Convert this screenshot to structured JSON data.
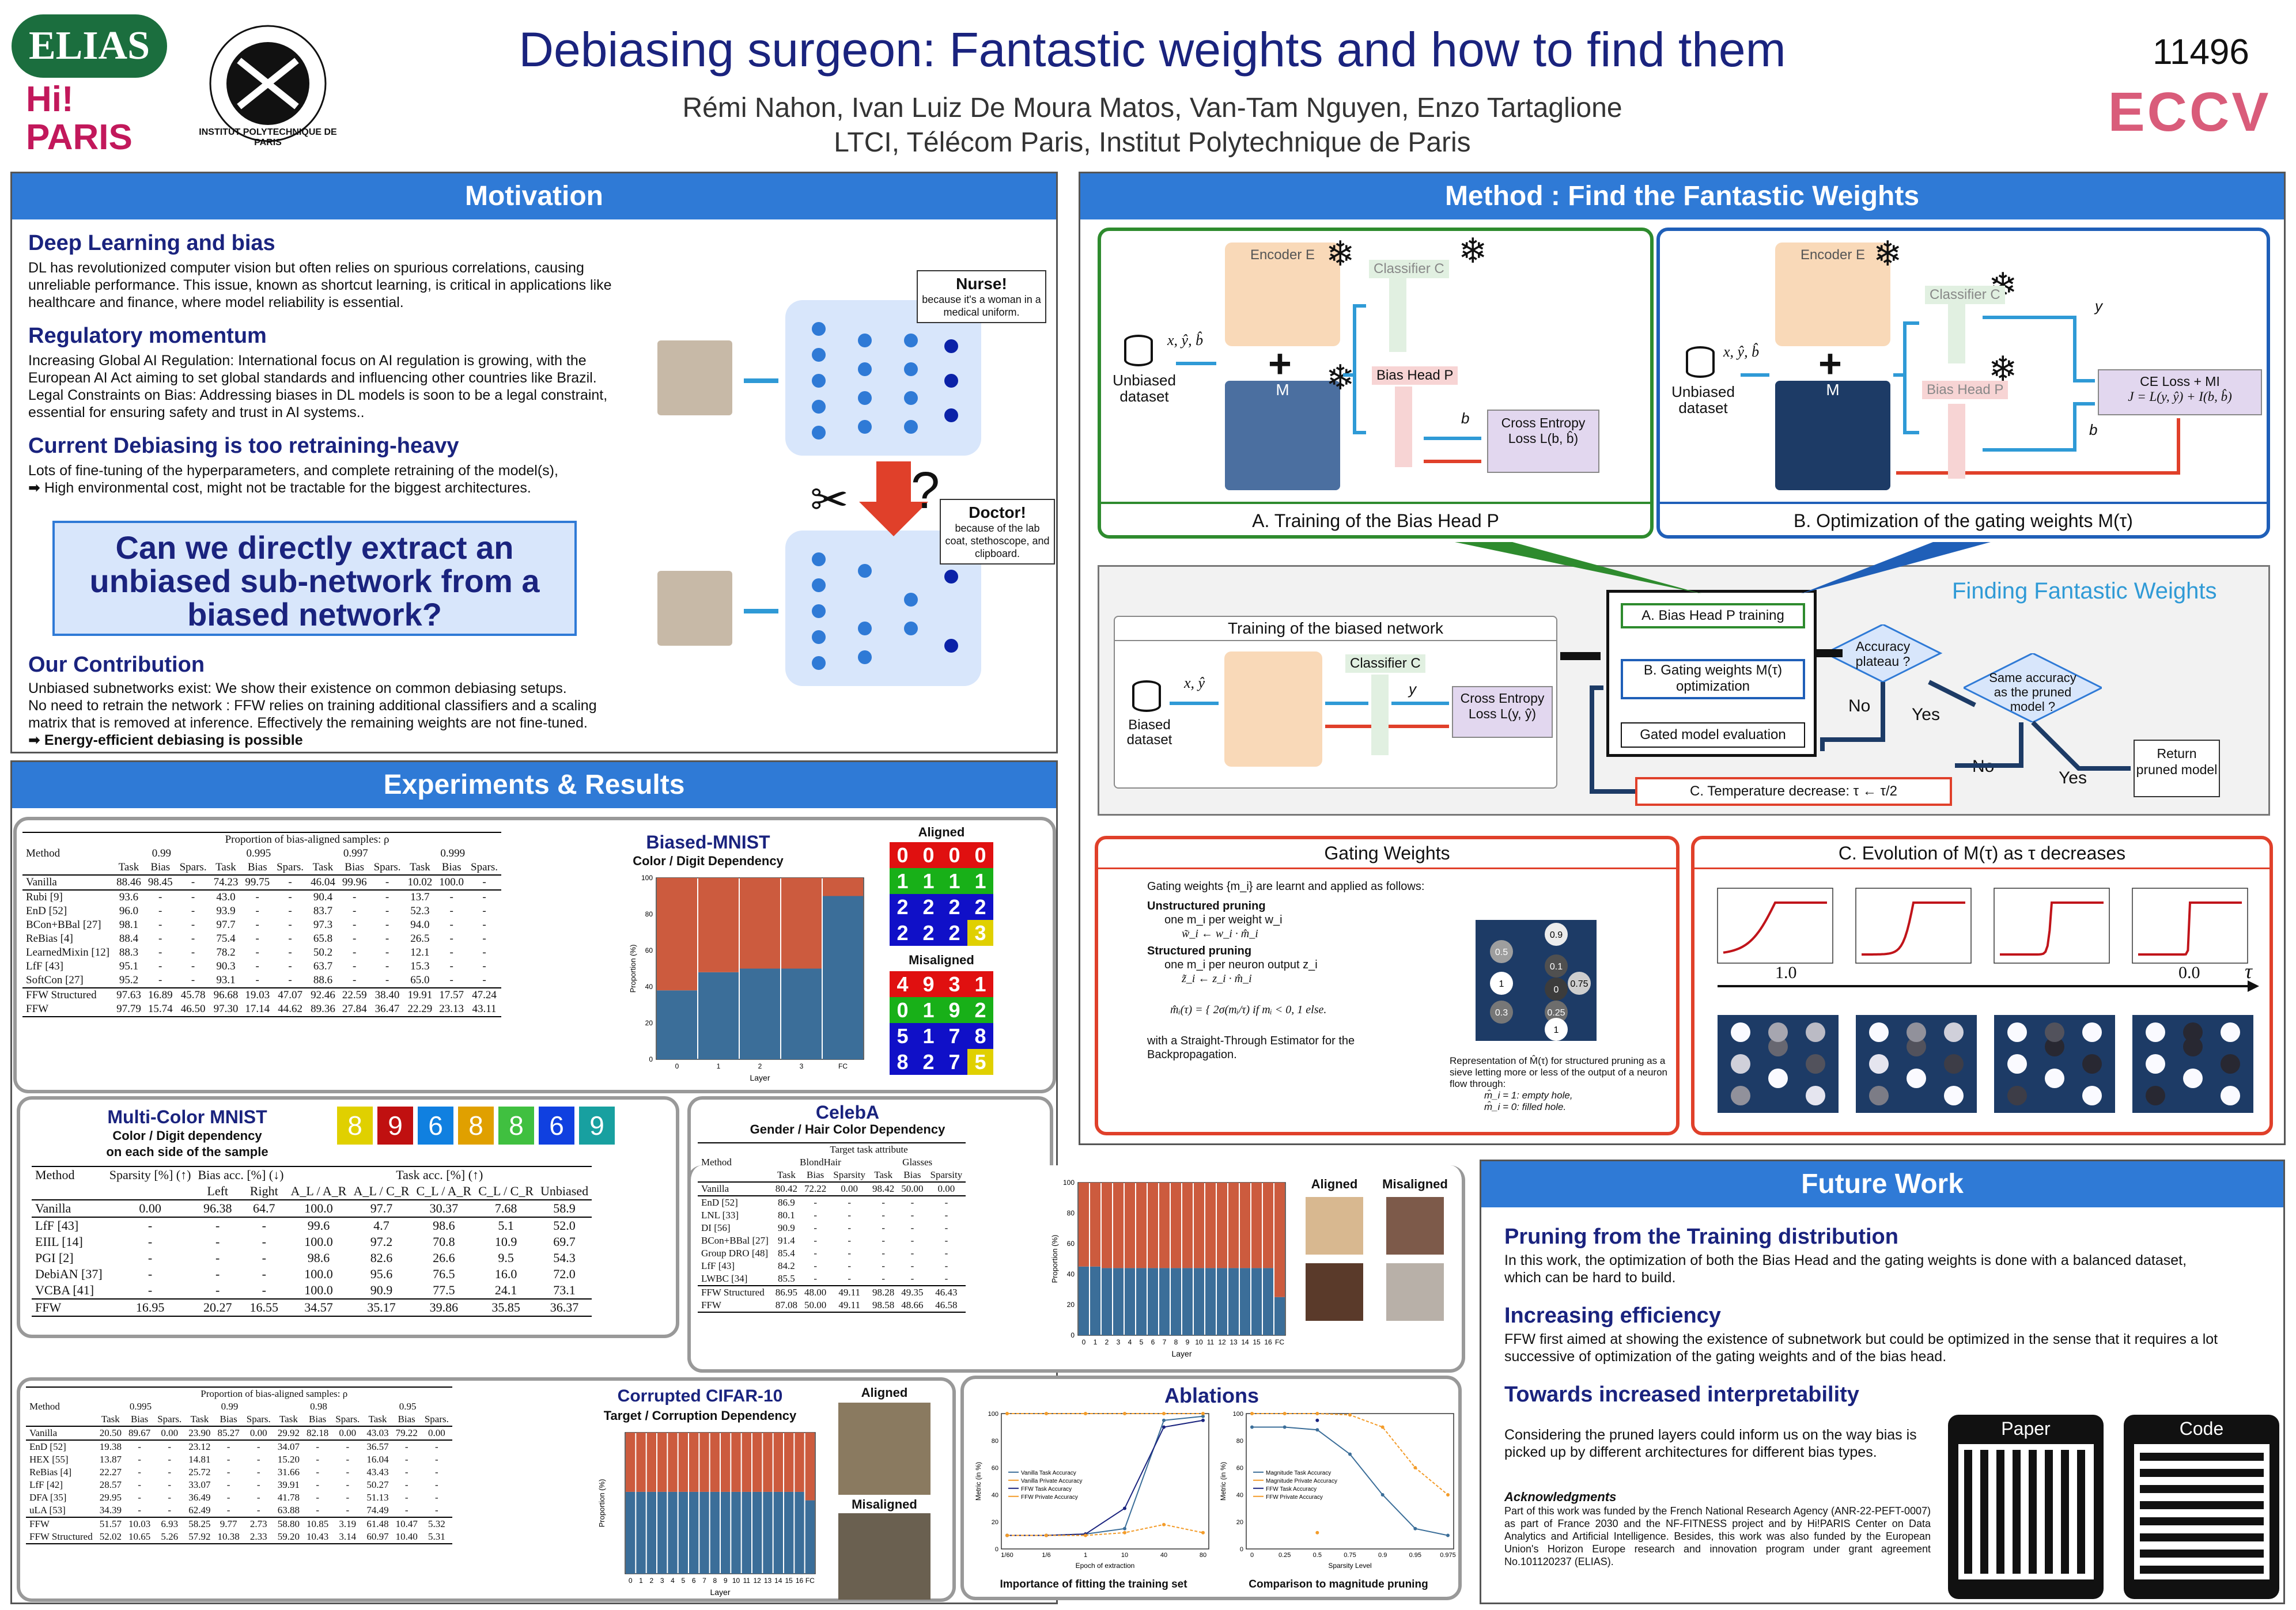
{
  "header": {
    "title": "Debiasing surgeon: Fantastic weights and how to find them",
    "authors": "Rémi Nahon, Ivan Luiz De Moura Matos, Van-Tam Nguyen, Enzo Tartaglione",
    "affiliation": "LTCI, Télécom Paris, Institut Polytechnique de Paris",
    "paper_id": "11496",
    "logo_elias": "ELIAS",
    "logo_hipari": "Hi! PARIS",
    "logo_ip": "INSTITUT POLYTECHNIQUE DE PARIS",
    "logo_eccv": "ECCV"
  },
  "motivation": {
    "title": "Motivation",
    "s1_title": "Deep Learning and bias",
    "s1_text": "DL has revolutionized computer vision but often relies on spurious correlations, causing unreliable performance. This issue, known as shortcut learning, is critical in applications like healthcare and finance, where model reliability is essential.",
    "s2_title": "Regulatory momentum",
    "s2_text1": "Increasing Global AI Regulation: International focus on AI regulation is growing, with the European AI Act aiming to set global standards and influencing other countries like Brazil.",
    "s2_text2": "Legal Constraints on Bias: Addressing biases in DL models is soon to be a legal constraint, essential for ensuring safety and trust in AI systems..",
    "s3_title": "Current Debiasing is too retraining-heavy",
    "s3_text": "Lots of fine-tuning of the hyperparameters, and complete retraining of the model(s),",
    "s3_arrow": "High environmental cost, might not be tractable for the biggest architectures.",
    "question": "Can we directly extract an unbiased sub-network from a biased network?",
    "s4_title": "Our Contribution",
    "s4_text1": "Unbiased subnetworks exist: We show their existence on common debiasing setups.",
    "s4_text2": "No need to retrain the network : FFW relies on training additional classifiers and a scaling matrix that is removed at inference. Effectively the remaining weights are not fine-tuned.",
    "s4_arrow": "Energy-efficient debiasing is possible",
    "nurse_title": "Nurse!",
    "nurse_text": "because it's a woman in a medical uniform.",
    "doctor_title": "Doctor!",
    "doctor_text": "because of the lab coat, stethoscope, and clipboard.",
    "question_mark": "?"
  },
  "method": {
    "title": "Method : Find the Fantastic Weights",
    "a_caption": "A. Training of the Bias Head P",
    "b_caption": "B. Optimization of the gating weights M(τ)",
    "encoder": "Encoder E",
    "classifier": "Classifier C",
    "bias_head": "Bias Head P",
    "dataset_unbiased": "Unbiased dataset",
    "dataset_biased": "Biased dataset",
    "inputs": "x, ŷ, b̂",
    "inputs2": "x, ŷ",
    "ce_loss_b": "Cross Entropy Loss L(b, b̂)",
    "ce_loss_y": "Cross Entropy Loss L(y, ŷ)",
    "ce_mi": "CE Loss + MI",
    "j_formula": "J = L(y, ŷ) + I(b, b̂)",
    "b_label": "b",
    "y_label": "y",
    "m_label": "M",
    "finding": "Finding Fantastic Weights",
    "train_biased": "Training of the biased network",
    "step_a": "A. Bias Head P training",
    "step_b": "B. Gating weights M(τ) optimization",
    "step_eval": "Gated model evaluation",
    "step_c": "C. Temperature decrease: τ ← τ/2",
    "plateau": "Accuracy plateau ?",
    "same_acc": "Same accuracy as the pruned model ?",
    "return": "Return pruned model",
    "yes1": "Yes",
    "no1": "No",
    "yes2": "Yes",
    "no2": "No",
    "gating_title": "Gating Weights",
    "gating_intro": "Gating weights {m_i} are learnt and applied as follows:",
    "unstructured": "Unstructured pruning",
    "unstructured_d": "one m_i per weight w_i",
    "unstructured_f": "w̃_i ← w_i · m̂_i",
    "structured": "Structured pruning",
    "structured_d": "one m_i per neuron output z_i",
    "structured_f": "z̃_i ← z_i · m̂_i",
    "ste": "with a Straight-Through Estimator for the Backpropagation.",
    "sieve_caption": "Representation of M̂(τ) for structured pruning as a sieve letting more or less of the output of a neuron flow through:",
    "sieve_1": "m̂_i = 1: empty hole,",
    "sieve_0": "m̂_i = 0: filled hole.",
    "sieve_values": [
      "0.9",
      "0.5",
      "0.1",
      "1",
      "0",
      "0.75",
      "0.3",
      "0.25",
      "1"
    ],
    "evolution_title": "C. Evolution of M(τ) as τ decreases",
    "tau_start": "1.0",
    "tau_end": "0.0",
    "tau": "τ"
  },
  "experiments": {
    "title": "Experiments & Results",
    "bmnist_title": "Biased-MNIST",
    "bmnist_sub": "Color / Digit Dependency",
    "aligned": "Aligned",
    "misaligned": "Misaligned",
    "proportion_header": "Proportion of bias-aligned samples: ρ",
    "method": "Method",
    "bmnist_rhos": [
      "0.99",
      "0.995",
      "0.997",
      "0.999"
    ],
    "cols3": [
      "Task",
      "Bias",
      "Spars."
    ],
    "bmnist_rows": [
      [
        "Vanilla",
        "88.46",
        "98.45",
        "-",
        "74.23",
        "99.75",
        "-",
        "46.04",
        "99.96",
        "-",
        "10.02",
        "100.0",
        "-"
      ],
      [
        "Rubi [9]",
        "93.6",
        "-",
        "-",
        "43.0",
        "-",
        "-",
        "90.4",
        "-",
        "-",
        "13.7",
        "-",
        "-"
      ],
      [
        "EnD [52]",
        "96.0",
        "-",
        "-",
        "93.9",
        "-",
        "-",
        "83.7",
        "-",
        "-",
        "52.3",
        "-",
        "-"
      ],
      [
        "BCon+BBal [27]",
        "98.1",
        "-",
        "-",
        "97.7",
        "-",
        "-",
        "97.3",
        "-",
        "-",
        "94.0",
        "-",
        "-"
      ],
      [
        "ReBias [4]",
        "88.4",
        "-",
        "-",
        "75.4",
        "-",
        "-",
        "65.8",
        "-",
        "-",
        "26.5",
        "-",
        "-"
      ],
      [
        "LearnedMixin [12]",
        "88.3",
        "-",
        "-",
        "78.2",
        "-",
        "-",
        "50.2",
        "-",
        "-",
        "12.1",
        "-",
        "-"
      ],
      [
        "LfF [43]",
        "95.1",
        "-",
        "-",
        "90.3",
        "-",
        "-",
        "63.7",
        "-",
        "-",
        "15.3",
        "-",
        "-"
      ],
      [
        "SoftCon [27]",
        "95.2",
        "-",
        "-",
        "93.1",
        "-",
        "-",
        "88.6",
        "-",
        "-",
        "65.0",
        "-",
        "-"
      ],
      [
        "FFW Structured",
        "97.63",
        "16.89",
        "45.78",
        "96.68",
        "19.03",
        "47.07",
        "92.46",
        "22.59",
        "38.40",
        "19.91",
        "17.57",
        "47.24"
      ],
      [
        "FFW",
        "97.79",
        "15.74",
        "46.50",
        "97.30",
        "17.14",
        "44.62",
        "89.36",
        "27.84",
        "36.47",
        "22.29",
        "23.13",
        "43.11"
      ]
    ],
    "bmnist_chart": {
      "type": "bar",
      "categories": [
        "0",
        "1",
        "2",
        "3",
        "FC"
      ],
      "series": [
        {
          "values": [
            38,
            48,
            50,
            50,
            90
          ]
        },
        {
          "values": [
            62,
            52,
            50,
            50,
            10
          ]
        }
      ],
      "ylabel": "Proportion (%)",
      "xlabel": "Layer",
      "yticks": [
        "0",
        "20",
        "40",
        "60",
        "80",
        "100"
      ],
      "colors": [
        "#3b6e99",
        "#cc5b3e"
      ]
    },
    "cmnist_title": "Multi-Color MNIST",
    "cmnist_sub1": "Color / Digit dependency",
    "cmnist_sub2": "on each side of the sample",
    "cmnist_header": [
      "Method",
      "Sparsity [%] (↑)",
      "Bias acc. [%] (↓)",
      "Task acc. [%] (↑)"
    ],
    "cmnist_subheader": [
      "Left",
      "Right",
      "A_L / A_R",
      "A_L / C_R",
      "C_L / A_R",
      "C_L / C_R",
      "Unbiased"
    ],
    "cmnist_rows": [
      [
        "Vanilla",
        "0.00",
        "96.38",
        "64.7",
        "100.0",
        "97.7",
        "30.37",
        "7.68",
        "58.9"
      ],
      [
        "LfF [43]",
        "-",
        "-",
        "-",
        "99.6",
        "4.7",
        "98.6",
        "5.1",
        "52.0"
      ],
      [
        "EIIL [14]",
        "-",
        "-",
        "-",
        "100.0",
        "97.2",
        "70.8",
        "10.9",
        "69.7"
      ],
      [
        "PGI [2]",
        "-",
        "-",
        "-",
        "98.6",
        "82.6",
        "26.6",
        "9.5",
        "54.3"
      ],
      [
        "DebiAN [37]",
        "-",
        "-",
        "-",
        "100.0",
        "95.6",
        "76.5",
        "16.0",
        "72.0"
      ],
      [
        "VCBA [41]",
        "-",
        "-",
        "-",
        "100.0",
        "90.9",
        "77.5",
        "24.1",
        "73.1"
      ],
      [
        "FFW",
        "16.95",
        "20.27",
        "16.55",
        "34.57",
        "35.17",
        "39.86",
        "35.85",
        "36.37"
      ]
    ],
    "cmnist_digits": [
      "8",
      "9",
      "6",
      "8",
      "8",
      "6",
      "9"
    ],
    "celeba_title": "CelebA",
    "celeba_sub": "Gender / Hair Color Dependency",
    "celeba_target": "Target task attribute",
    "celeba_groups": [
      "BlondHair",
      "Glasses"
    ],
    "celeba_cols": [
      "Task",
      "Bias",
      "Sparsity",
      "Task",
      "Bias",
      "Sparsity"
    ],
    "celeba_rows": [
      [
        "Vanilla",
        "80.42",
        "72.22",
        "0.00",
        "98.42",
        "50.00",
        "0.00"
      ],
      [
        "EnD [52]",
        "86.9",
        "-",
        "-",
        "-",
        "-",
        "-"
      ],
      [
        "LNL [33]",
        "80.1",
        "-",
        "-",
        "-",
        "-",
        "-"
      ],
      [
        "DI [56]",
        "90.9",
        "-",
        "-",
        "-",
        "-",
        "-"
      ],
      [
        "BCon+BBal [27]",
        "91.4",
        "-",
        "-",
        "-",
        "-",
        "-"
      ],
      [
        "Group DRO [48]",
        "85.4",
        "-",
        "-",
        "-",
        "-",
        "-"
      ],
      [
        "LfF [43]",
        "84.2",
        "-",
        "-",
        "-",
        "-",
        "-"
      ],
      [
        "LWBC [34]",
        "85.5",
        "-",
        "-",
        "-",
        "-",
        "-"
      ],
      [
        "FFW Structured",
        "86.95",
        "48.00",
        "49.11",
        "98.28",
        "49.35",
        "46.43"
      ],
      [
        "FFW",
        "87.08",
        "50.00",
        "49.11",
        "98.58",
        "48.66",
        "46.58"
      ]
    ],
    "celeba_chart": {
      "type": "bar",
      "categories": [
        "0",
        "1",
        "2",
        "3",
        "4",
        "5",
        "6",
        "7",
        "8",
        "9",
        "10",
        "11",
        "12",
        "13",
        "14",
        "15",
        "16",
        "FC"
      ],
      "series": [
        {
          "values": [
            45,
            45,
            44,
            44,
            44,
            44,
            44,
            44,
            44,
            44,
            44,
            44,
            44,
            44,
            44,
            44,
            44,
            25
          ]
        },
        {
          "values": [
            55,
            55,
            56,
            56,
            56,
            56,
            56,
            56,
            56,
            56,
            56,
            56,
            56,
            56,
            56,
            56,
            56,
            75
          ]
        }
      ],
      "ylabel": "Proportion (%)",
      "xlabel": "Layer",
      "yticks": [
        "0",
        "20",
        "40",
        "60",
        "80",
        "100"
      ],
      "colors": [
        "#3b6e99",
        "#cc5b3e"
      ]
    },
    "cifar_title": "Corrupted CIFAR-10",
    "cifar_sub": "Target / Corruption Dependency",
    "cifar_rhos": [
      "0.995",
      "0.99",
      "0.98",
      "0.95"
    ],
    "cifar_rows": [
      [
        "Vanilla",
        "20.50",
        "89.67",
        "0.00",
        "23.90",
        "85.27",
        "0.00",
        "29.92",
        "82.18",
        "0.00",
        "43.03",
        "79.22",
        "0.00"
      ],
      [
        "EnD [52]",
        "19.38",
        "-",
        "-",
        "23.12",
        "-",
        "-",
        "34.07",
        "-",
        "-",
        "36.57",
        "-",
        "-"
      ],
      [
        "HEX [55]",
        "13.87",
        "-",
        "-",
        "14.81",
        "-",
        "-",
        "15.20",
        "-",
        "-",
        "16.04",
        "-",
        "-"
      ],
      [
        "ReBias [4]",
        "22.27",
        "-",
        "-",
        "25.72",
        "-",
        "-",
        "31.66",
        "-",
        "-",
        "43.43",
        "-",
        "-"
      ],
      [
        "LfF [42]",
        "28.57",
        "-",
        "-",
        "33.07",
        "-",
        "-",
        "39.91",
        "-",
        "-",
        "50.27",
        "-",
        "-"
      ],
      [
        "DFA [35]",
        "29.95",
        "-",
        "-",
        "36.49",
        "-",
        "-",
        "41.78",
        "-",
        "-",
        "51.13",
        "-",
        "-"
      ],
      [
        "uLA [53]",
        "34.39",
        "-",
        "-",
        "62.49",
        "-",
        "-",
        "63.88",
        "-",
        "-",
        "74.49",
        "-",
        "-"
      ],
      [
        "FFW",
        "51.57",
        "10.03",
        "6.93",
        "58.25",
        "9.77",
        "2.73",
        "58.80",
        "10.85",
        "3.19",
        "61.48",
        "10.47",
        "5.32"
      ],
      [
        "FFW Structured",
        "52.02",
        "10.65",
        "5.26",
        "57.92",
        "10.38",
        "2.33",
        "59.20",
        "10.43",
        "3.14",
        "60.97",
        "10.40",
        "5.31"
      ]
    ],
    "cifar_chart": {
      "type": "bar",
      "categories": [
        "0",
        "1",
        "2",
        "3",
        "4",
        "5",
        "6",
        "7",
        "8",
        "9",
        "10",
        "11",
        "12",
        "13",
        "14",
        "15",
        "16",
        "FC"
      ],
      "series": [
        {
          "values": [
            58,
            58,
            58,
            58,
            58,
            58,
            58,
            58,
            58,
            58,
            58,
            58,
            58,
            58,
            58,
            58,
            58,
            52
          ]
        },
        {
          "values": [
            42,
            42,
            42,
            42,
            42,
            42,
            42,
            42,
            42,
            42,
            42,
            42,
            42,
            42,
            42,
            42,
            42,
            48
          ]
        }
      ],
      "ylabel": "Proportion (%)",
      "xlabel": "Layer",
      "colors": [
        "#3b6e99",
        "#cc5b3e"
      ]
    },
    "ablations_title": "Ablations",
    "abl1_caption": "Importance of fitting the training set",
    "abl2_caption": "Comparison to magnitude pruning",
    "abl1_chart": {
      "type": "line",
      "x": [
        "1/60",
        "1/6",
        "1",
        "10",
        "40",
        "80"
      ],
      "xlabel": "Epoch of extraction",
      "ylabel": "Metric (in %)",
      "legend": [
        "Vanilla Task Accuracy",
        "Vanilla Private Accuracy",
        "FFW Task Accuracy",
        "FFW Private Accuracy"
      ],
      "series": [
        {
          "name": "Vanilla Task Accuracy",
          "values": [
            10,
            10,
            11,
            15,
            95,
            98
          ],
          "color": "#3b6e99"
        },
        {
          "name": "Vanilla Private Accuracy",
          "values": [
            100,
            100,
            100,
            100,
            100,
            100
          ],
          "color": "#f39c2a"
        },
        {
          "name": "FFW Task Accuracy",
          "values": [
            10,
            10,
            11,
            30,
            90,
            95
          ],
          "color": "#1a237e"
        },
        {
          "name": "FFW Private Accuracy",
          "values": [
            10,
            10,
            10,
            12,
            18,
            12
          ],
          "color": "#f39c2a"
        }
      ],
      "ylim": [
        0,
        100
      ]
    },
    "abl2_chart": {
      "type": "line",
      "x": [
        "0",
        "0.25",
        "0.5",
        "0.75",
        "0.9",
        "0.95",
        "0.975"
      ],
      "xlabel": "Sparsity Level",
      "ylabel": "Metric (in %)",
      "legend": [
        "Magnitude Task Accuracy",
        "Magnitude Private Accuracy",
        "FFW Task Accuracy",
        "FFW Private Accuracy"
      ],
      "series": [
        {
          "name": "Magnitude Task Accuracy",
          "values": [
            90,
            90,
            88,
            70,
            40,
            15,
            10
          ],
          "color": "#3b6e99"
        },
        {
          "name": "Magnitude Private Accuracy",
          "values": [
            100,
            100,
            100,
            99,
            90,
            60,
            40
          ],
          "color": "#f39c2a"
        },
        {
          "name": "FFW Task Accuracy",
          "values": [
            null,
            null,
            95,
            null,
            null,
            null,
            null
          ],
          "color": "#1a237e"
        },
        {
          "name": "FFW Private Accuracy",
          "values": [
            null,
            null,
            12,
            null,
            null,
            null,
            null
          ],
          "color": "#f39c2a"
        }
      ],
      "ylim": [
        0,
        100
      ]
    }
  },
  "future": {
    "title": "Future Work",
    "f1_title": "Pruning from the Training distribution",
    "f1_text": "In this work, the optimization of both the Bias Head and the gating weights is done with a balanced dataset, which can be hard to build.",
    "f2_title": "Increasing efficiency",
    "f2_text": "FFW first aimed at showing the existence of subnetwork but could be optimized in the sense that it requires a lot successive of optimization of the gating weights and of the bias head.",
    "f3_title": "Towards increased interpretability",
    "f3_text": "Considering the pruned layers could inform us on the way bias is picked up by different architectures for different bias types.",
    "ack_title": "Acknowledgments",
    "ack_text": "Part of this work was funded by the French National Research Agency (ANR-22-PEFT-0007) as part of France 2030 and the NF-FITNESS project and by Hi!PARIS Center on Data Analytics and Artificial Intelligence. Besides, this work was also funded by the European Union's Horizon Europe research and innovation program under grant agreement No.101120237 (ELIAS).",
    "paper_label": "Paper",
    "code_label": "Code"
  }
}
